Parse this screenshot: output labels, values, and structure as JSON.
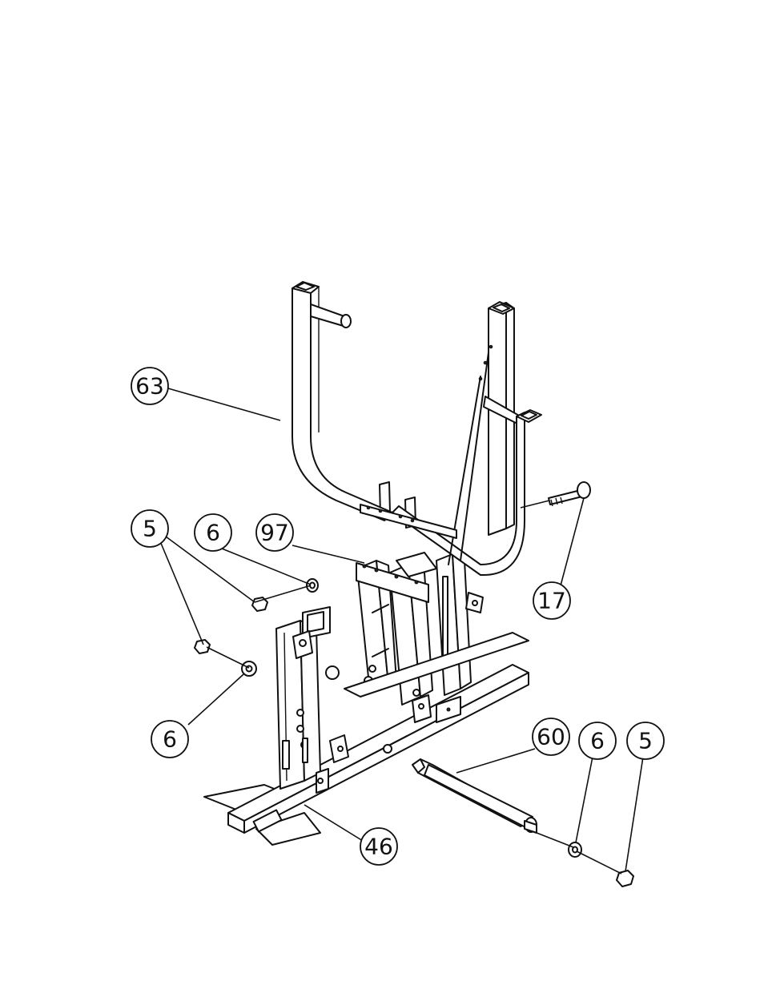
{
  "callouts": [
    {
      "id": "c63",
      "label": "63"
    },
    {
      "id": "c5a",
      "label": "5"
    },
    {
      "id": "c6a",
      "label": "6"
    },
    {
      "id": "c97",
      "label": "97"
    },
    {
      "id": "c17",
      "label": "17"
    },
    {
      "id": "c6b",
      "label": "6"
    },
    {
      "id": "c60",
      "label": "60"
    },
    {
      "id": "c6c",
      "label": "6"
    },
    {
      "id": "c5b",
      "label": "5"
    },
    {
      "id": "c46",
      "label": "46"
    }
  ]
}
